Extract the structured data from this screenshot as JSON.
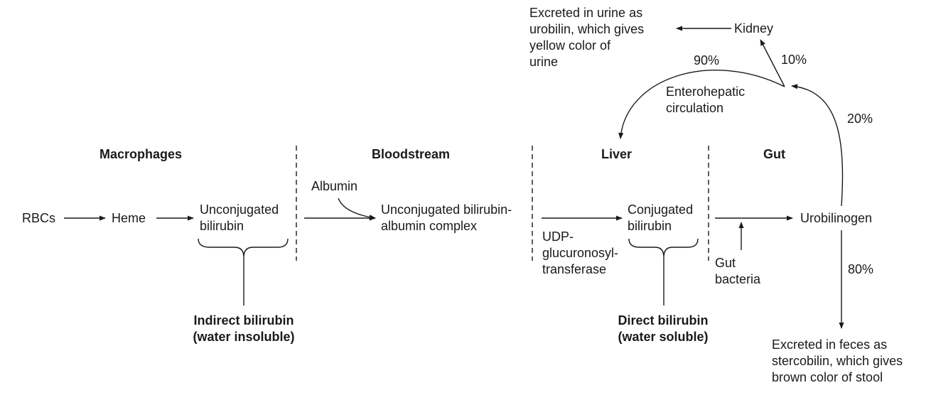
{
  "sections": {
    "macrophages": "Macrophages",
    "bloodstream": "Bloodstream",
    "liver": "Liver",
    "gut": "Gut"
  },
  "nodes": {
    "rbcs": "RBCs",
    "heme": "Heme",
    "unconjugated_bilirubin": [
      "Unconjugated",
      "bilirubin"
    ],
    "albumin": "Albumin",
    "complex": [
      "Unconjugated bilirubin-",
      "albumin complex"
    ],
    "enzyme": [
      "UDP-",
      "glucuronosyl-",
      "transferase"
    ],
    "conjugated_bilirubin": [
      "Conjugated",
      "bilirubin"
    ],
    "gut_bacteria": [
      "Gut",
      "bacteria"
    ],
    "urobilinogen": "Urobilinogen",
    "kidney": "Kidney",
    "enterohepatic": [
      "Enterohepatic",
      "circulation"
    ],
    "urine_excretion": [
      "Excreted in urine as",
      "urobilin, which gives",
      "yellow color of",
      "urine"
    ],
    "feces_excretion": [
      "Excreted in feces as",
      "stercobilin, which gives",
      "brown color of stool"
    ]
  },
  "groups": {
    "indirect": [
      "Indirect bilirubin",
      "(water insoluble)"
    ],
    "direct": [
      "Direct bilirubin",
      "(water soluble)"
    ]
  },
  "percentages": {
    "to_liver": "90%",
    "to_kidney": "10%",
    "reabsorbed": "20%",
    "to_feces": "80%"
  }
}
